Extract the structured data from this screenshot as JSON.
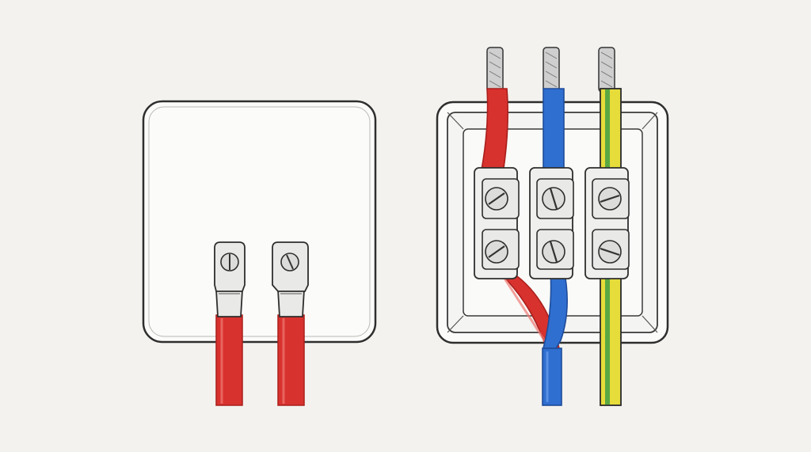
{
  "colors": {
    "background": "#f3f2ee",
    "outline": "#2e2e2e",
    "plate_fill": "#fbfbf9",
    "lug_fill": "#e9e9e7",
    "screw_fill": "#dcdcda",
    "wire_red": "#d8322e",
    "wire_red_dark": "#a91f1c",
    "wire_blue": "#2f6fd0",
    "wire_blue_dark": "#1e4c9a",
    "wire_yellow": "#e6dc3a",
    "wire_green": "#5aa843",
    "copper_strand": "#c9c9c9"
  },
  "left_panel": {
    "component": "cover-plate",
    "terminals": [
      {
        "name": "terminal-lug-left",
        "wire_color": "red",
        "icon": "screw-icon"
      },
      {
        "name": "terminal-lug-right",
        "wire_color": "red",
        "icon": "screw-icon"
      }
    ]
  },
  "right_panel": {
    "component": "junction-box",
    "wires": [
      {
        "name": "red-wire",
        "colors": [
          "red"
        ],
        "stripped_end": true
      },
      {
        "name": "blue-wire",
        "colors": [
          "blue"
        ],
        "stripped_end": true
      },
      {
        "name": "earth-wire",
        "colors": [
          "yellow",
          "green"
        ],
        "stripped_end": true
      }
    ],
    "terminal_blocks": 3,
    "screws_per_block": 2
  }
}
